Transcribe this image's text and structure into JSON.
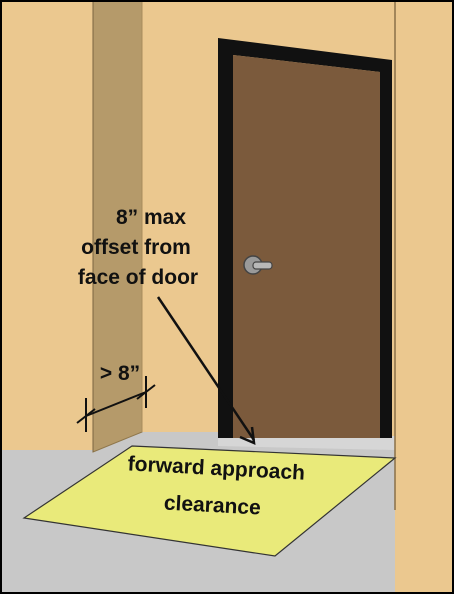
{
  "labels": {
    "offset_line1": "8” max",
    "offset_line2": "offset from",
    "offset_line3": "face of door",
    "reveal_dimension": "> 8”",
    "clearance_line1": "forward approach",
    "clearance_line2": "clearance"
  },
  "colors": {
    "wall": "#ebc88f",
    "alcove_side_wall": "#b59a6a",
    "floor": "#c8c8c8",
    "door": "#7b5a3c",
    "door_frame": "#111111",
    "clearance_area": "#e9ea7a",
    "frame_border": "#000000"
  },
  "icons": {
    "door_handle": "lever-handle-icon"
  }
}
